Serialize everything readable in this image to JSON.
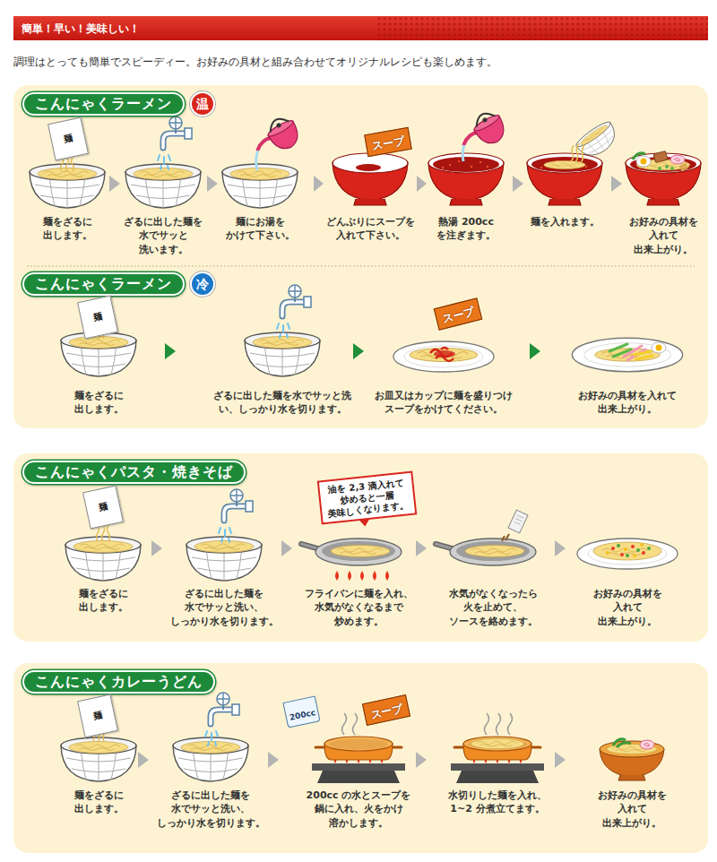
{
  "diagram": {
    "title": "簡単！早い！美味しい！",
    "nodes": [
      {
        "text": [
          "こんにゃくラーメン"
        ]
      },
      {
        "text": [
          "温"
        ]
      },
      {
        "text": [
          "麺をざるに 出します。"
        ]
      },
      {
        "text": [
          "麺"
        ],
        "in": 2
      },
      {
        "text": [
          "ざるに出した麺を 水でサッと 洗います。"
        ]
      },
      {
        "text": [
          "麺にお湯を かけて下さい。"
        ]
      },
      {
        "text": [
          "どんぶりにスープを 入れて下さい。"
        ]
      },
      {
        "text": [
          "スープ"
        ],
        "in": 6
      },
      {
        "text": [
          "熱湯 200cc を注ぎます。"
        ]
      },
      {
        "text": [
          "麺を入れます。"
        ]
      },
      {
        "text": [
          "お好みの具材を 入れて 出来上がり。"
        ]
      },
      {
        "text": [
          "こんにゃくラーメン"
        ]
      },
      {
        "text": [
          "冷"
        ]
      },
      {
        "text": [
          "麺をざるに 出します。"
        ]
      },
      {
        "text": [
          "麺"
        ],
        "in": 13
      },
      {
        "text": [
          "ざるに出した麺を水でサッと洗 い、しっかり水を切ります。"
        ]
      },
      {
        "text": [
          "お皿又はカップに麺を盛りつけ スープをかけてください。"
        ]
      },
      {
        "text": [
          "スープ"
        ],
        "in": 16
      },
      {
        "text": [
          "お好みの具材を入れて 出来上がり。"
        ]
      },
      {
        "text": [
          "こんにゃくパスタ・焼きそば"
        ]
      },
      {
        "text": [
          "麺をざるに 出します。"
        ]
      },
      {
        "text": [
          "麺"
        ],
        "in": 20
      },
      {
        "text": [
          "ざるに出した麺を 水でサッと洗い、 しっかり水を切ります。"
        ]
      },
      {
        "text": [
          "フライパンに麺を入れ、 水気がなくなるまで 炒めます。"
        ]
      },
      {
        "text": [
          "油を 2,3 滴入れて 炒めると一層 美味しくなります。"
        ],
        "in": 23
      },
      {
        "text": [
          "水気がなくなったら 火を止めて、 ソースを絡めます。"
        ]
      },
      {
        "text": [
          "お好みの具材を 入れて 出来上がり。"
        ]
      },
      {
        "text": [
          "こんにゃくカレーうどん"
        ]
      },
      {
        "text": [
          "麺をざるに 出します。"
        ]
      },
      {
        "text": [
          "麺"
        ],
        "in": 28
      },
      {
        "text": [
          "ざるに出した麺を 水でサッと洗い、 しっかり水を切ります。"
        ]
      },
      {
        "text": [
          "200cc の水とスープを 鍋に入れ、火をかけ 溶かします。"
        ]
      },
      {
        "text": [
          "200cc"
        ],
        "in": 31
      },
      {
        "text": [
          "スープ"
        ],
        "in": 31
      },
      {
        "text": [
          "水切りした麺を入れ、 1~2 分煮立てます。"
        ]
      },
      {
        "text": [
          "お好みの具材を 入れて 出来上がり。"
        ]
      }
    ],
    "edges": [
      {
        "from": 2,
        "to": 4,
        "arrow": "to"
      },
      {
        "from": 4,
        "to": 5,
        "arrow": "to"
      },
      {
        "from": 5,
        "to": 6,
        "arrow": "to"
      },
      {
        "from": 6,
        "to": 8,
        "arrow": "to"
      },
      {
        "from": 8,
        "to": 9,
        "arrow": "to"
      },
      {
        "from": 9,
        "to": 10,
        "arrow": "to"
      },
      {
        "from": 13,
        "to": 15,
        "arrow": "to"
      },
      {
        "from": 15,
        "to": 16,
        "arrow": "to"
      },
      {
        "from": 16,
        "to": 18,
        "arrow": "to"
      },
      {
        "from": 20,
        "to": 22,
        "arrow": "to"
      },
      {
        "from": 22,
        "to": 23,
        "arrow": "to"
      },
      {
        "from": 23,
        "to": 25,
        "arrow": "to"
      },
      {
        "from": 25,
        "to": 26,
        "arrow": "to"
      },
      {
        "from": 28,
        "to": 30,
        "arrow": "to"
      },
      {
        "from": 30,
        "to": 31,
        "arrow": "to"
      },
      {
        "from": 31,
        "to": 34,
        "arrow": "to"
      },
      {
        "from": 34,
        "to": 35,
        "arrow": "to"
      }
    ],
    "labels": [
      "調理はとっても簡単でスピーディー。お好みの具材と組み合わせてオリジナルレシピも楽しめます。"
    ]
  }
}
